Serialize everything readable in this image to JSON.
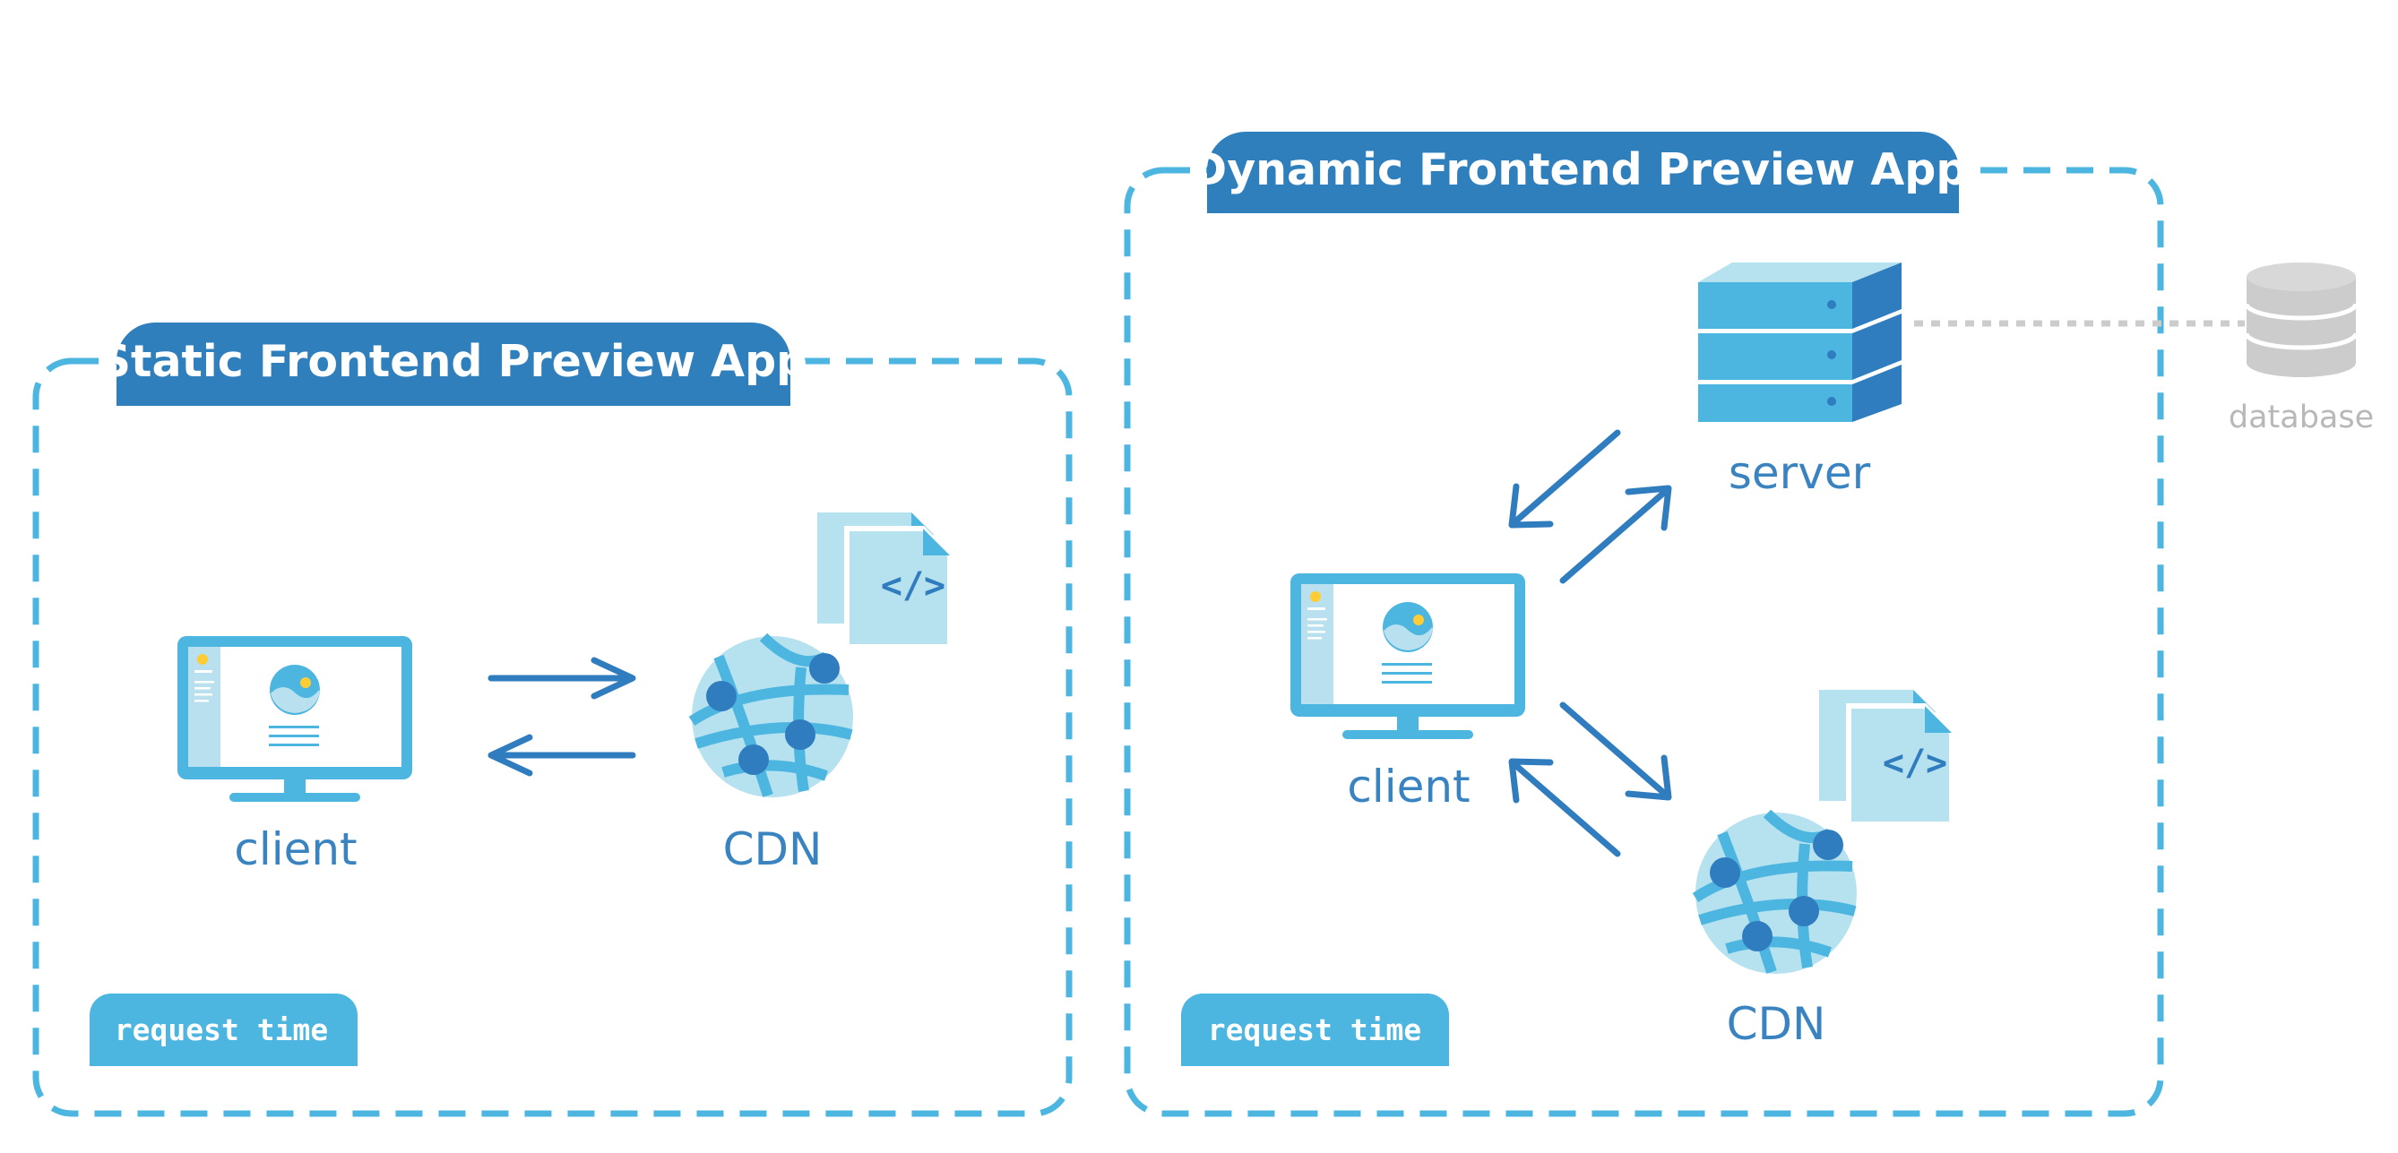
{
  "static_app": {
    "title": "Static Frontend Preview App",
    "client_label": "client",
    "cdn_label": "CDN",
    "tag": "request time"
  },
  "dynamic_app": {
    "title": "Dynamic Frontend Preview App",
    "client_label": "client",
    "server_label": "server",
    "cdn_label": "CDN",
    "tag": "request time"
  },
  "external": {
    "database_label": "database"
  },
  "code_glyph": "</>",
  "colors": {
    "header_blue": "#2f7fbd",
    "dashed_border": "#4db6e0",
    "tag_blue": "#4db6e0",
    "icon_blue": "#4db6e0",
    "arrow_blue": "#2f7cbf",
    "label_blue": "#3a83c1",
    "database_gray": "#cccccc"
  },
  "icons": {
    "client": "monitor-icon",
    "cdn": "network-globe-icon",
    "files": "code-files-icon",
    "server": "server-stack-icon",
    "database": "database-cylinder-icon"
  }
}
